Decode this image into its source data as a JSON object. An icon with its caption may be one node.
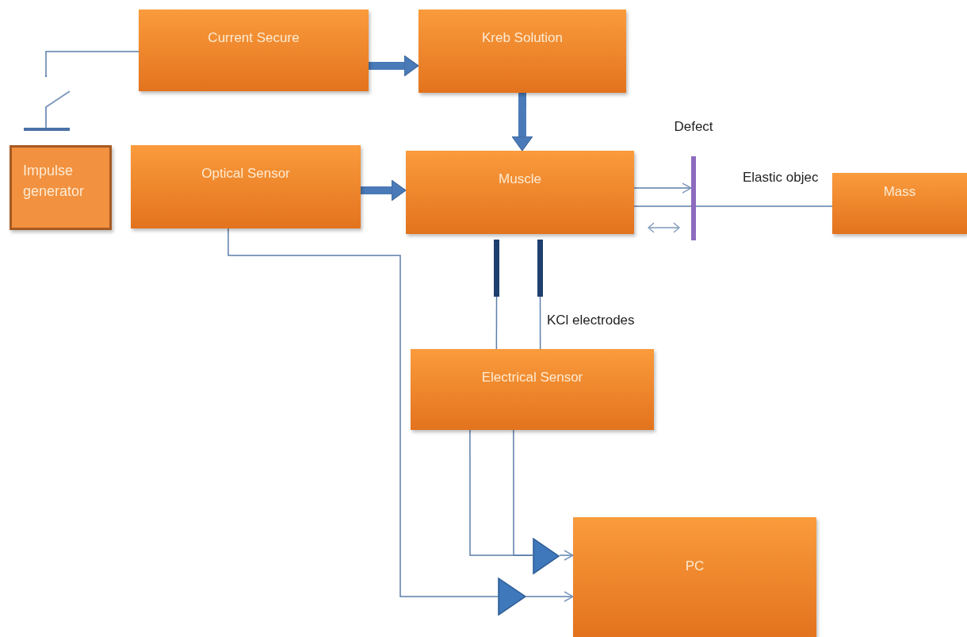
{
  "diagram": {
    "nodes": [
      {
        "text": [
          "Current Secure"
        ]
      },
      {
        "text": [
          "Kreb Solution"
        ]
      },
      {
        "text": [],
        "shape": "switch"
      },
      {
        "text": [
          "Defect"
        ]
      },
      {
        "text": [
          "Impulse generator"
        ]
      },
      {
        "text": [
          "Optical Sensor"
        ]
      },
      {
        "text": [
          "Muscle"
        ]
      },
      {
        "text": [
          "Mass"
        ]
      },
      {
        "text": [],
        "shape": "bar"
      },
      {
        "text": [],
        "shape": "bar"
      },
      {
        "text": [
          "Electrical Sensor"
        ]
      },
      {
        "text": [],
        "shape": "triangle"
      },
      {
        "text": [
          "PC"
        ]
      },
      {
        "text": [],
        "shape": "triangle"
      }
    ],
    "edges": [
      {
        "from": 0,
        "to": 1,
        "arrow": "to",
        "style": "thick"
      },
      {
        "from": 1,
        "to": 6,
        "arrow": "to",
        "style": "thick"
      },
      {
        "from": 5,
        "to": 6,
        "arrow": "to",
        "style": "thick"
      },
      {
        "from": 6,
        "to": 3,
        "arrow": "to"
      },
      {
        "from": 6,
        "to": 7,
        "arrow": "none"
      },
      {
        "from": 0,
        "to": 2,
        "arrow": "none"
      },
      {
        "from": 8,
        "to": 10,
        "arrow": "none"
      },
      {
        "from": 9,
        "to": 10,
        "arrow": "none"
      },
      {
        "from": 10,
        "to": 11,
        "arrow": "none"
      },
      {
        "from": 10,
        "to": 11,
        "arrow": "none"
      },
      {
        "from": 11,
        "to": 12,
        "arrow": "to"
      },
      {
        "from": 5,
        "to": 13,
        "arrow": "none"
      },
      {
        "from": 13,
        "to": 12,
        "arrow": "to"
      }
    ],
    "labels": [
      "Elastic objec",
      "KCl electrodes"
    ]
  }
}
